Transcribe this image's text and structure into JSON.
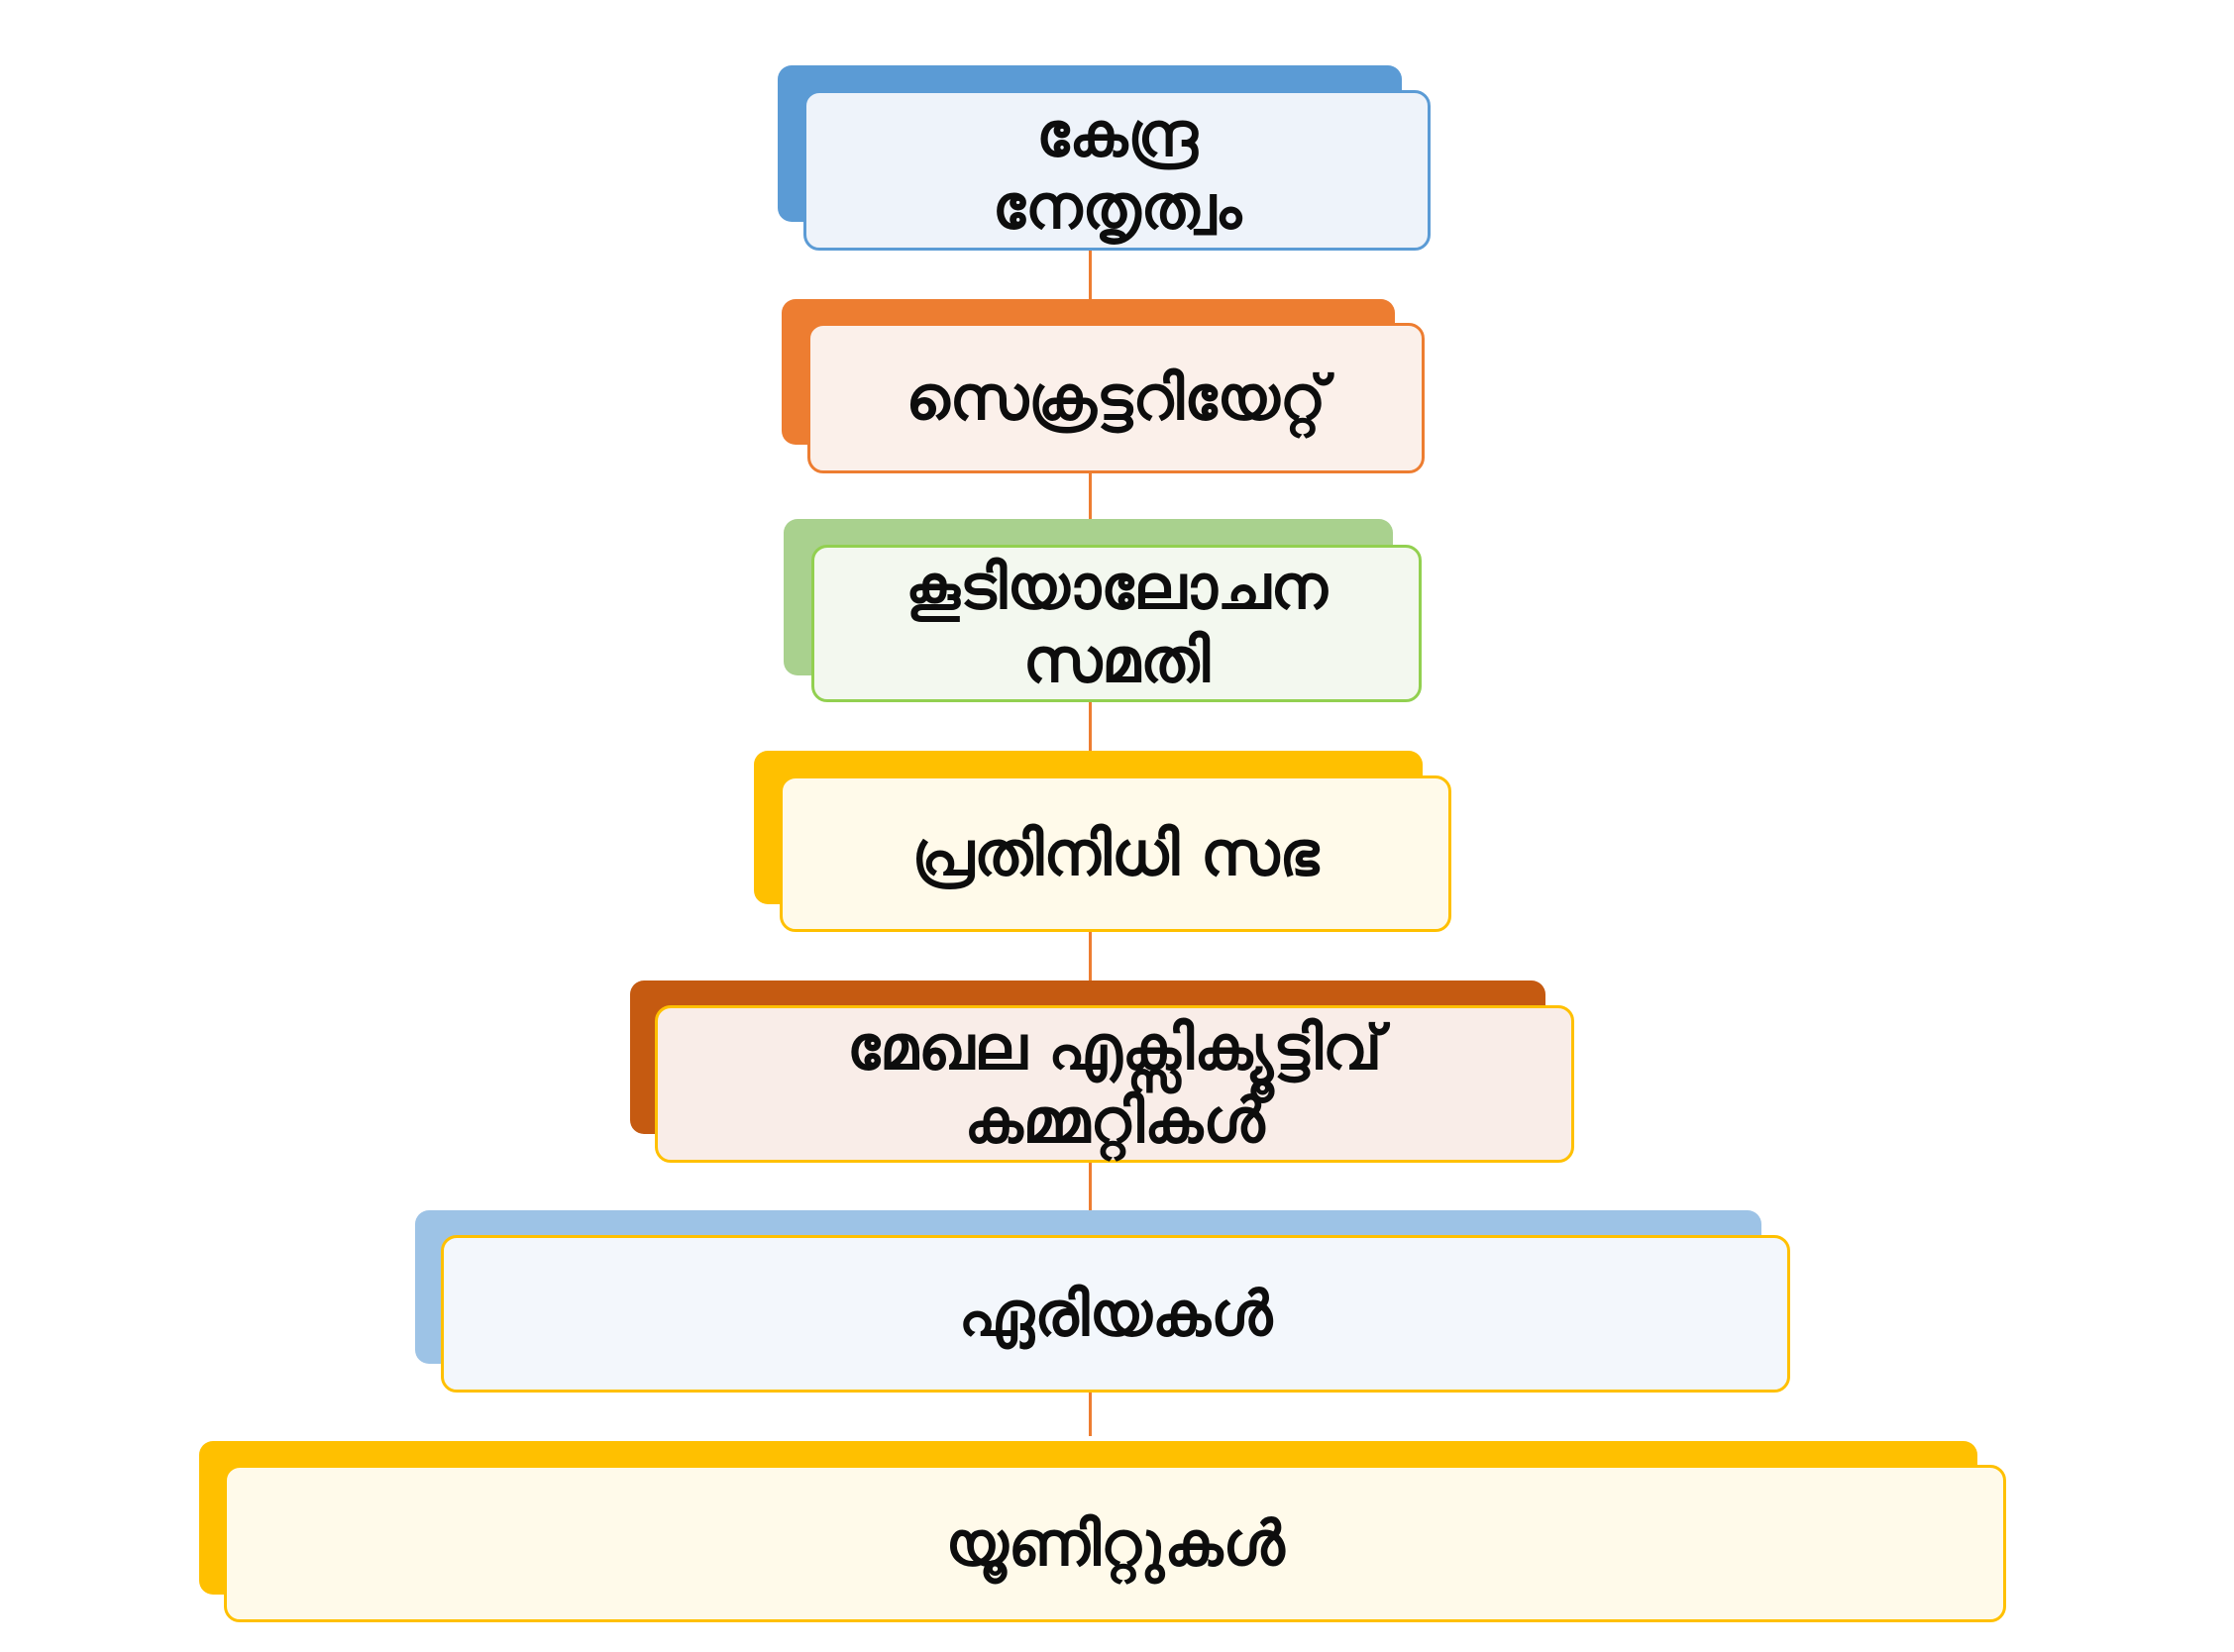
{
  "diagram": {
    "type": "hierarchy",
    "connector_color": "#ed7d31",
    "levels": [
      {
        "label": "കേന്ദ്ര\nനേതൃത്വം",
        "accent": "#5b9bd5",
        "fill": "#eef3fa",
        "border": "#5b9bd5"
      },
      {
        "label": "സെക്രട്ടറിയേറ്റ്",
        "accent": "#ed7d31",
        "fill": "#fbf0ea",
        "border": "#ed7d31"
      },
      {
        "label": "കൂടിയാലോചന\nസമതി",
        "accent": "#a9d18e",
        "fill": "#f3f8ef",
        "border": "#92d050"
      },
      {
        "label": "പ്രതിനിധി സഭ",
        "accent": "#ffc000",
        "fill": "#fffaea",
        "border": "#ffc000"
      },
      {
        "label": "മേഖല എക്സിക്യൂട്ടിവ്\nകമ്മറ്റികൾ",
        "accent": "#c55a11",
        "fill": "#f9ede8",
        "border": "#ffc000"
      },
      {
        "label": "ഏരിയകൾ",
        "accent": "#9dc3e6",
        "fill": "#f3f7fc",
        "border": "#ffc000"
      },
      {
        "label": "യൂണിറ്റുകൾ",
        "accent": "#ffc000",
        "fill": "#fffaea",
        "border": "#ffc000"
      }
    ]
  }
}
